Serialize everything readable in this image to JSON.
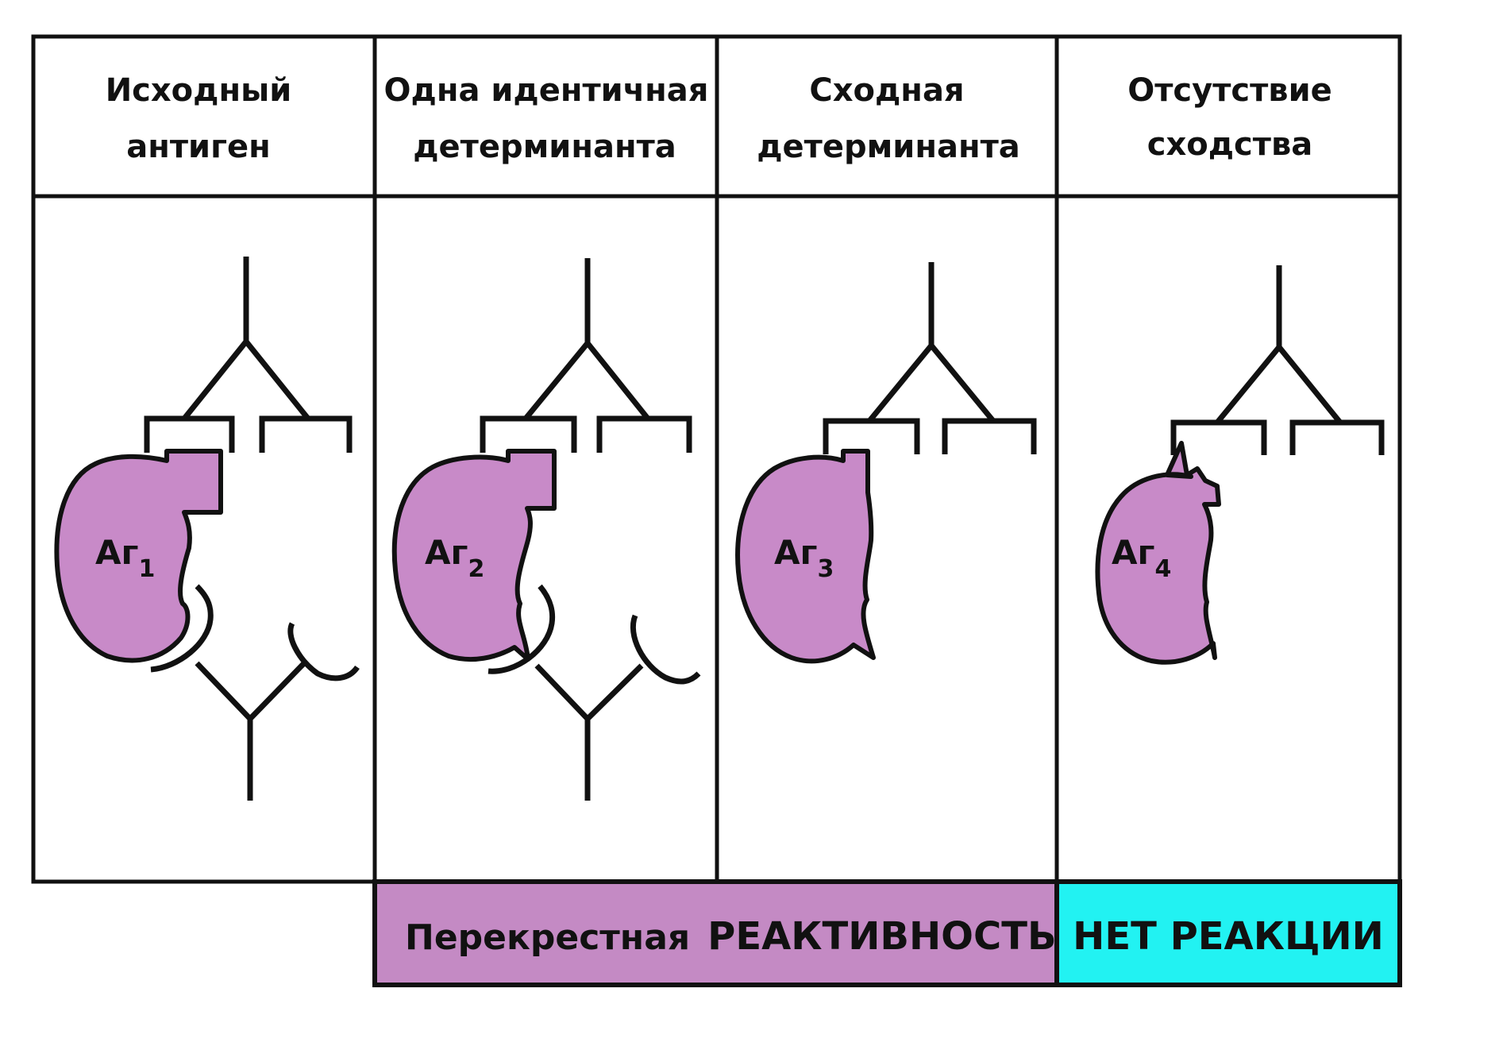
{
  "columns": [
    {
      "header_line1": "Исходный",
      "header_line2": "антиген",
      "antigen_label": "Аг",
      "antigen_index": "1"
    },
    {
      "header_line1": "Одна идентичная",
      "header_line2": "детерминанта",
      "antigen_label": "Аг",
      "antigen_index": "2"
    },
    {
      "header_line1": "Сходная",
      "header_line2": "детерминанта",
      "antigen_label": "Аг",
      "antigen_index": "3"
    },
    {
      "header_line1": "Отсутствие",
      "header_line2": "сходства",
      "antigen_label": "Аг",
      "antigen_index": "4"
    }
  ],
  "banners": {
    "cross_prefix": "Перекрестная",
    "cross_main": "РЕАКТИВНОСТЬ.",
    "none": "НЕТ РЕАКЦИИ"
  },
  "colors": {
    "antigen_fill": "#c88ac8",
    "cross_banner": "#c48ac4",
    "no_reaction_banner": "#22f2f2",
    "line": "#111111"
  }
}
